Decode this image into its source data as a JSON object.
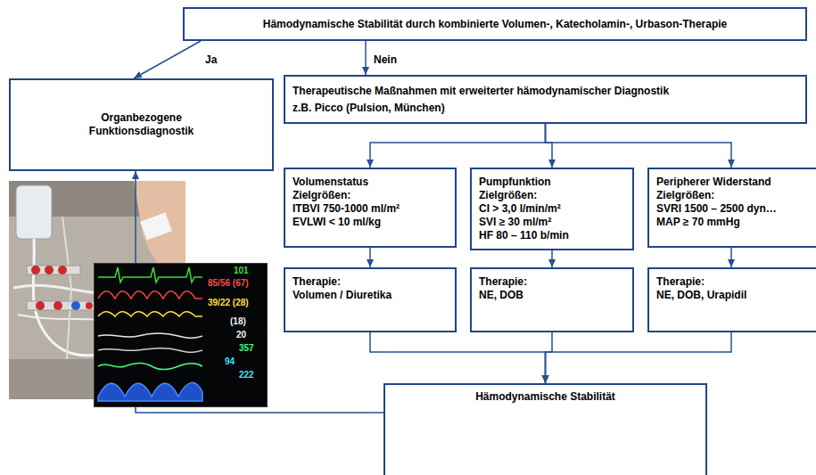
{
  "diagram": {
    "nodes": [
      {
        "text": [
          "Hämodynamische Stabilität durch kombinierte Volumen-, Katecholamin-, Urbason-Therapie"
        ]
      },
      {
        "text": [
          "Organbezogene Funktionsdiagnostik"
        ]
      },
      {
        "text": [
          "Therapeutische Maßnahmen mit erweiterter hämodynamischer Diagnostik",
          "z.B. Picco (Pulsion, München)"
        ]
      },
      {
        "text": [
          "Volumenstatus",
          "Zielgrößen:",
          "ITBVI 750-1000 ml/m²",
          "EVLWI < 10 ml/kg"
        ]
      },
      {
        "text": [
          "Pumpfunktion",
          "Zielgrößen:",
          "CI > 3,0 l/min/m²",
          "SVI ≥ 30 ml/m²",
          "HF 80 – 110 b/min"
        ]
      },
      {
        "text": [
          "Peripherer Widerstand",
          "Zielgrößen:",
          "SVRI 1500 – 2500 dyn…",
          "MAP ≥ 70 mmHg"
        ]
      },
      {
        "text": [
          "Therapie:",
          "Volumen / Diuretika"
        ]
      },
      {
        "text": [
          "Therapie:",
          "NE, DOB"
        ]
      },
      {
        "text": [
          "Therapie:",
          "NE, DOB, Urapidil"
        ]
      },
      {
        "text": [
          "Hämodynamische Stabilität"
        ]
      }
    ],
    "edges": [
      {
        "from": 0,
        "to": 1,
        "label": "Ja",
        "arrow": "to"
      },
      {
        "from": 0,
        "to": 2,
        "label": "Nein",
        "arrow": "to"
      },
      {
        "from": 2,
        "to": 3,
        "arrow": "to"
      },
      {
        "from": 2,
        "to": 4,
        "arrow": "to"
      },
      {
        "from": 2,
        "to": 5,
        "arrow": "to"
      },
      {
        "from": 3,
        "to": 6,
        "arrow": "to"
      },
      {
        "from": 4,
        "to": 7,
        "arrow": "to"
      },
      {
        "from": 5,
        "to": 8,
        "arrow": "to"
      },
      {
        "from": 6,
        "to": 9,
        "arrow": "to"
      },
      {
        "from": 7,
        "to": 9,
        "arrow": "to"
      },
      {
        "from": 8,
        "to": 9,
        "arrow": "to"
      },
      {
        "from": 9,
        "to": 1,
        "arrow": "to"
      }
    ],
    "labels": [
      "101",
      "85/56 (67)",
      "39/22 (28)",
      "(18)",
      "20",
      "357",
      "94",
      "222"
    ]
  }
}
